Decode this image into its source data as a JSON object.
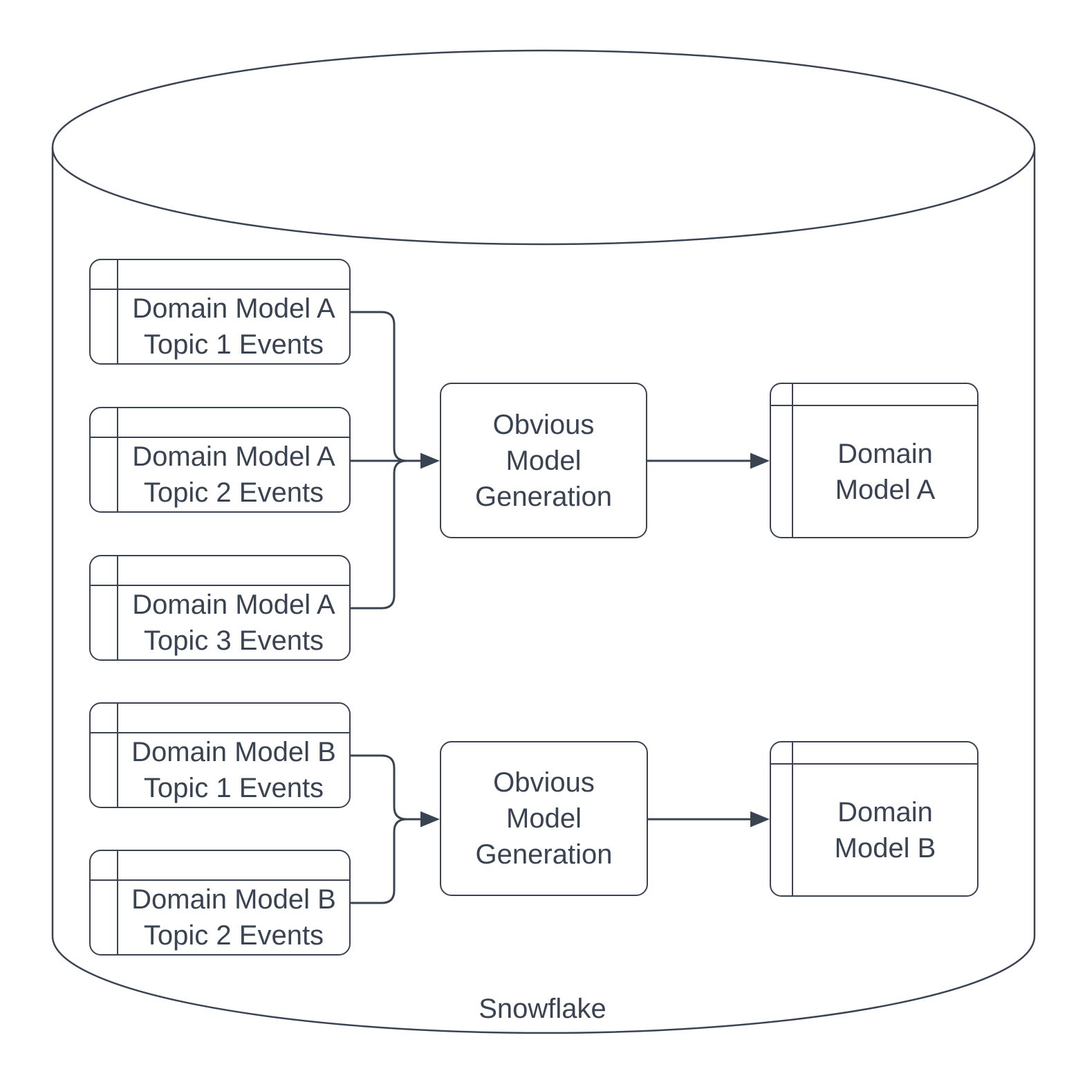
{
  "diagram": {
    "type": "flowchart",
    "background_color": "#ffffff",
    "stroke_color": "#3a4352",
    "container": {
      "shape": "database-cylinder",
      "label": "Snowflake"
    },
    "nodes": {
      "topic_a1": {
        "shape": "table",
        "label": "Domain Model A\nTopic 1 Events"
      },
      "topic_a2": {
        "shape": "table",
        "label": "Domain Model A\nTopic 2 Events"
      },
      "topic_a3": {
        "shape": "table",
        "label": "Domain Model A\nTopic 3 Events"
      },
      "process_a": {
        "shape": "rounded-rectangle",
        "label": "Obvious\nModel\nGeneration"
      },
      "output_a": {
        "shape": "table",
        "label": "Domain\nModel A"
      },
      "topic_b1": {
        "shape": "table",
        "label": "Domain Model B\nTopic 1 Events"
      },
      "topic_b2": {
        "shape": "table",
        "label": "Domain Model B\nTopic 2 Events"
      },
      "process_b": {
        "shape": "rounded-rectangle",
        "label": "Obvious\nModel\nGeneration"
      },
      "output_b": {
        "shape": "table",
        "label": "Domain\nModel B"
      }
    },
    "edges": [
      {
        "from": "topic_a1",
        "to": "process_a",
        "arrow": "none-at-source, merges into shared arrow"
      },
      {
        "from": "topic_a2",
        "to": "process_a",
        "arrow": "solid-triangle"
      },
      {
        "from": "topic_a3",
        "to": "process_a",
        "arrow": "merges into shared arrow"
      },
      {
        "from": "process_a",
        "to": "output_a",
        "arrow": "solid-triangle"
      },
      {
        "from": "topic_b1",
        "to": "process_b",
        "arrow": "merges into shared arrow"
      },
      {
        "from": "topic_b2",
        "to": "process_b",
        "arrow": "solid-triangle"
      },
      {
        "from": "process_b",
        "to": "output_b",
        "arrow": "solid-triangle"
      }
    ]
  }
}
